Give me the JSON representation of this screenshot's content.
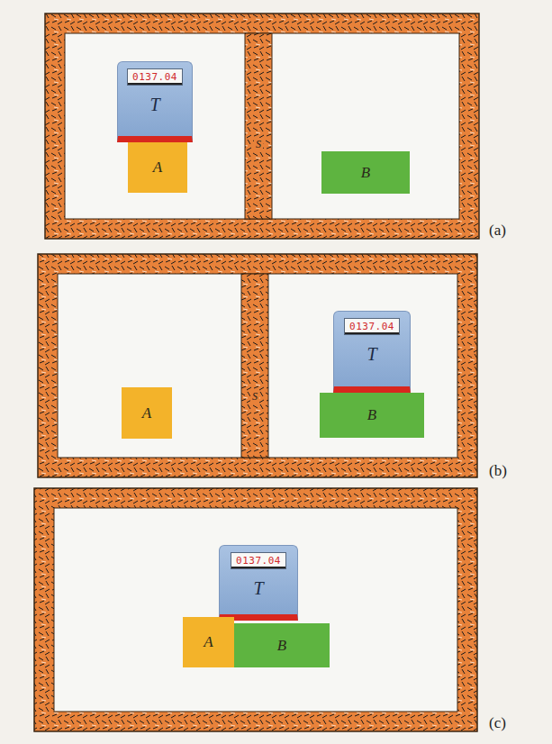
{
  "diagram": {
    "nodes": [
      {
        "text": [
          "0137.04",
          "T"
        ]
      },
      {
        "text": [
          "A"
        ]
      },
      {
        "text": [
          "S"
        ]
      },
      {
        "text": [
          "B"
        ]
      },
      {
        "text": [
          "A"
        ]
      },
      {
        "text": [
          "S"
        ]
      },
      {
        "text": [
          "0137.04",
          "T"
        ]
      },
      {
        "text": [
          "B"
        ]
      },
      {
        "text": [
          "0137.04",
          "T"
        ]
      },
      {
        "text": [
          "A"
        ]
      },
      {
        "text": [
          "B"
        ]
      }
    ],
    "labels": [
      "(a)",
      "(b)",
      "(c)"
    ]
  }
}
